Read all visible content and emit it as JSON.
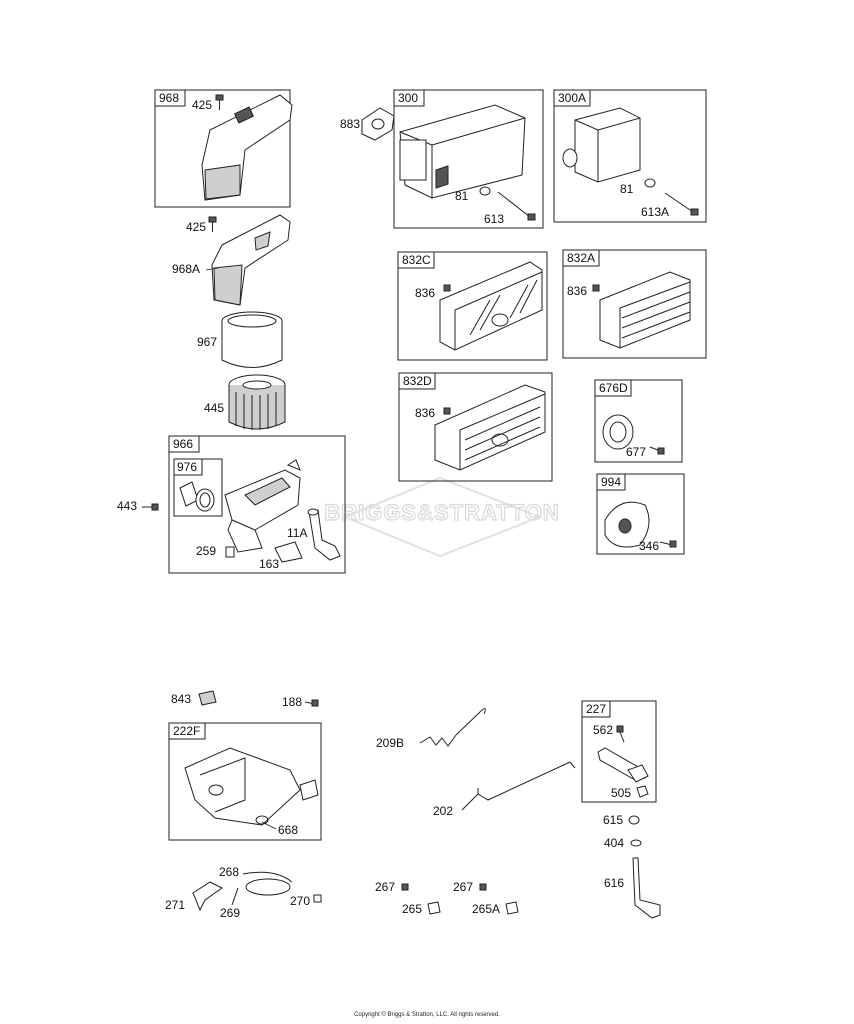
{
  "watermark": "BRIGGS&STRATTON",
  "copyright": "Copyright © Briggs & Stratton, LLC. All rights reserved.",
  "boxes": {
    "b968": "968",
    "b300": "300",
    "b300A": "300A",
    "b832C": "832C",
    "b832A": "832A",
    "b832D": "832D",
    "b676D": "676D",
    "b994": "994",
    "b966": "966",
    "b976": "976",
    "b227": "227",
    "b222F": "222F"
  },
  "labels": {
    "p425a": "425",
    "p425b": "425",
    "p968A": "968A",
    "p967": "967",
    "p445": "445",
    "p443": "443",
    "p259": "259",
    "p163": "163",
    "p11A": "11A",
    "p883": "883",
    "p81a": "81",
    "p613": "613",
    "p81b": "81",
    "p613A": "613A",
    "p836a": "836",
    "p836b": "836",
    "p836c": "836",
    "p677": "677",
    "p346": "346",
    "p843": "843",
    "p188": "188",
    "p668": "668",
    "p268": "268",
    "p271": "271",
    "p269": "269",
    "p270": "270",
    "p209B": "209B",
    "p202": "202",
    "p267a": "267",
    "p267b": "267",
    "p265": "265",
    "p265A": "265A",
    "p562": "562",
    "p505": "505",
    "p615": "615",
    "p404": "404",
    "p616": "616"
  }
}
